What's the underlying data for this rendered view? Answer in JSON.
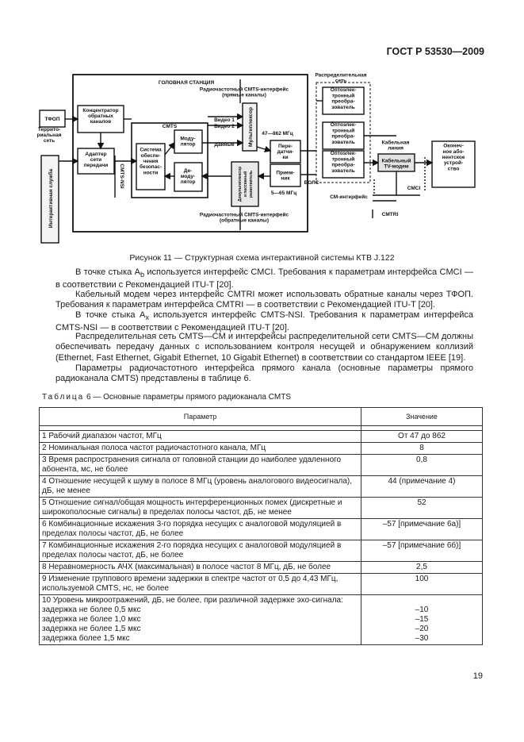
{
  "header": {
    "standard": "ГОСТ Р 53530—2009"
  },
  "diagram": {
    "headend": "ГОЛОВНАЯ СТАНЦИЯ",
    "rf_forward_interface": "Радиочастотный CMTS-интерфейс\n(прямые каналы)",
    "rf_return_interface": "Радиочастотный CMTS-интерфейс\n(обратные каналы)",
    "tfop": "ТФОП",
    "return_concentrator": "Концентратор\nобратных\nканалов",
    "territorial_net": "Террито-\nриальная\nсеть",
    "network_adapter": "Адаптер\nсети\nпередачи",
    "cmts_nsi": "CMTS-NSI",
    "interactive_service": "Интерактивная служба",
    "cmts": "CMTS",
    "security_block": "Система\nобеспе-\nчения\nбезопас-\nности",
    "modulator": "Моду-\nлятор",
    "demodulator": "Де-\nмоду-\nлятор",
    "video1": "Видео 1",
    "video2": "Видео 2",
    "data": "Данные",
    "multiplexer": "Мультиплексор",
    "demux": "Демультиплексор\nи пассивный\nразветвитель",
    "freq_forward": "47—862 МГц",
    "freq_return": "5—65 МГц",
    "transmitter": "Пере-\nдатчи-\nки",
    "receivers": "Прием-\nник",
    "voc": "ВОЛС",
    "distribution_net": "Распределительная\nсеть",
    "optical_converter": "Оптоэлек-\nтронный\nпреобра-\nзователь",
    "cable_network": "Кабельная\nлиния",
    "cable_modem": "Кабельный\nTV-модем",
    "user_equipment": "Оконеч-\nное або-\nнентское\nустрой-\nство",
    "cm_interface": "CM-интерфейс",
    "cmci": "CMCI",
    "cmtri": "CMTRI"
  },
  "figure_caption": "Рисунок 11 — Структурная схема интерактивной системы КТВ J.122",
  "paragraphs": {
    "p1_a": "В точке стыка A",
    "p1_sub": "b",
    "p1_b": " используется интерфейс CMCI. Требования к параметрам интерфейса CMCI — в соответствии с Рекомендацией ITU-T [20].",
    "p2": "Кабельный модем через интерфейс CMTRI может использовать обратные каналы через ТФОП. Требования к параметрам интерфейса CMTRI — в соответствии с Рекомендацией ITU-T [20].",
    "p3_a": "В точке стыка A",
    "p3_sub": "x",
    "p3_b": " используется интерфейс CMTS-NSI. Требования к параметрам интерфейса CMTS-NSI — в соответствии с Рекомендацией ITU-T [20].",
    "p4": "Распределительная сеть CMTS—CM и интерфейсы распределительной сети CMTS—CM должны обеспечивать передачу данных с использованием контроля несущей и обнаружением коллизий (Ethernet, Fast Ethernet, Gigabit Ethernet, 10 Gigabit Ethernet) в соответствии со стандартом IEEE [19].",
    "p5": "Параметры радиочастотного интерфейса прямого канала (основные параметры прямого радиоканала CMTS) представлены в таблице 6."
  },
  "table": {
    "label": "Таблица",
    "title_rest": " 6 — Основные параметры прямого радиоканала CMTS",
    "col_param": "Параметр",
    "col_value": "Значение",
    "rows": [
      {
        "param": "1 Рабочий диапазон частот, МГц",
        "value": "От 47 до 862"
      },
      {
        "param": "2 Номинальная полоса частот радиочастотного канала, МГц",
        "value": "8"
      },
      {
        "param": "3 Время распространения сигнала от головной станции до наиболее удаленного абонента, мс, не более",
        "value": "0,8"
      },
      {
        "param": "4 Отношение несущей к шуму в полосе 8 МГц (уровень аналогового видеосигнала), дБ, не менее",
        "value": "44   (примечание 4)"
      },
      {
        "param": "5 Отношение сигнал/общая мощность интерференционных помех (дискретные и широкополосные сигналы) в пределах полосы частот, дБ, не менее",
        "value": "52"
      },
      {
        "param": "6 Комбинационные искажения 3-го порядка несущих с аналоговой модуляцией в пределах полосы частот, дБ, не более",
        "value": "–57  [примечание 6а)]"
      },
      {
        "param": "7 Комбинационные искажения 2-го порядка несущих с аналоговой  модуляцией в пределах полосы частот, дБ, не более",
        "value": "–57  [примечание 6б)]"
      },
      {
        "param": "8 Неравномерность АЧХ (максимальная) в полосе частот 8 МГц, дБ, не более",
        "value": "2,5"
      },
      {
        "param": "9 Изменение группового времени задержки в спектре частот от 0,5 до 4,43 МГц, используемой CMTS, нс, не более",
        "value": "100"
      }
    ],
    "row10": {
      "title": "10  Уровень микроотражений, дБ, не более, при различной задержке эхо-сигнала:",
      "items": [
        {
          "param": "задержка не более 0,5 мкс",
          "value": "–10"
        },
        {
          "param": "задержка не более 1,0 мкс",
          "value": "–15"
        },
        {
          "param": "задержка не более 1,5 мкс",
          "value": "–20"
        },
        {
          "param": "задержка более 1,5 мкс",
          "value": "–30"
        }
      ]
    }
  },
  "page_number": "19"
}
